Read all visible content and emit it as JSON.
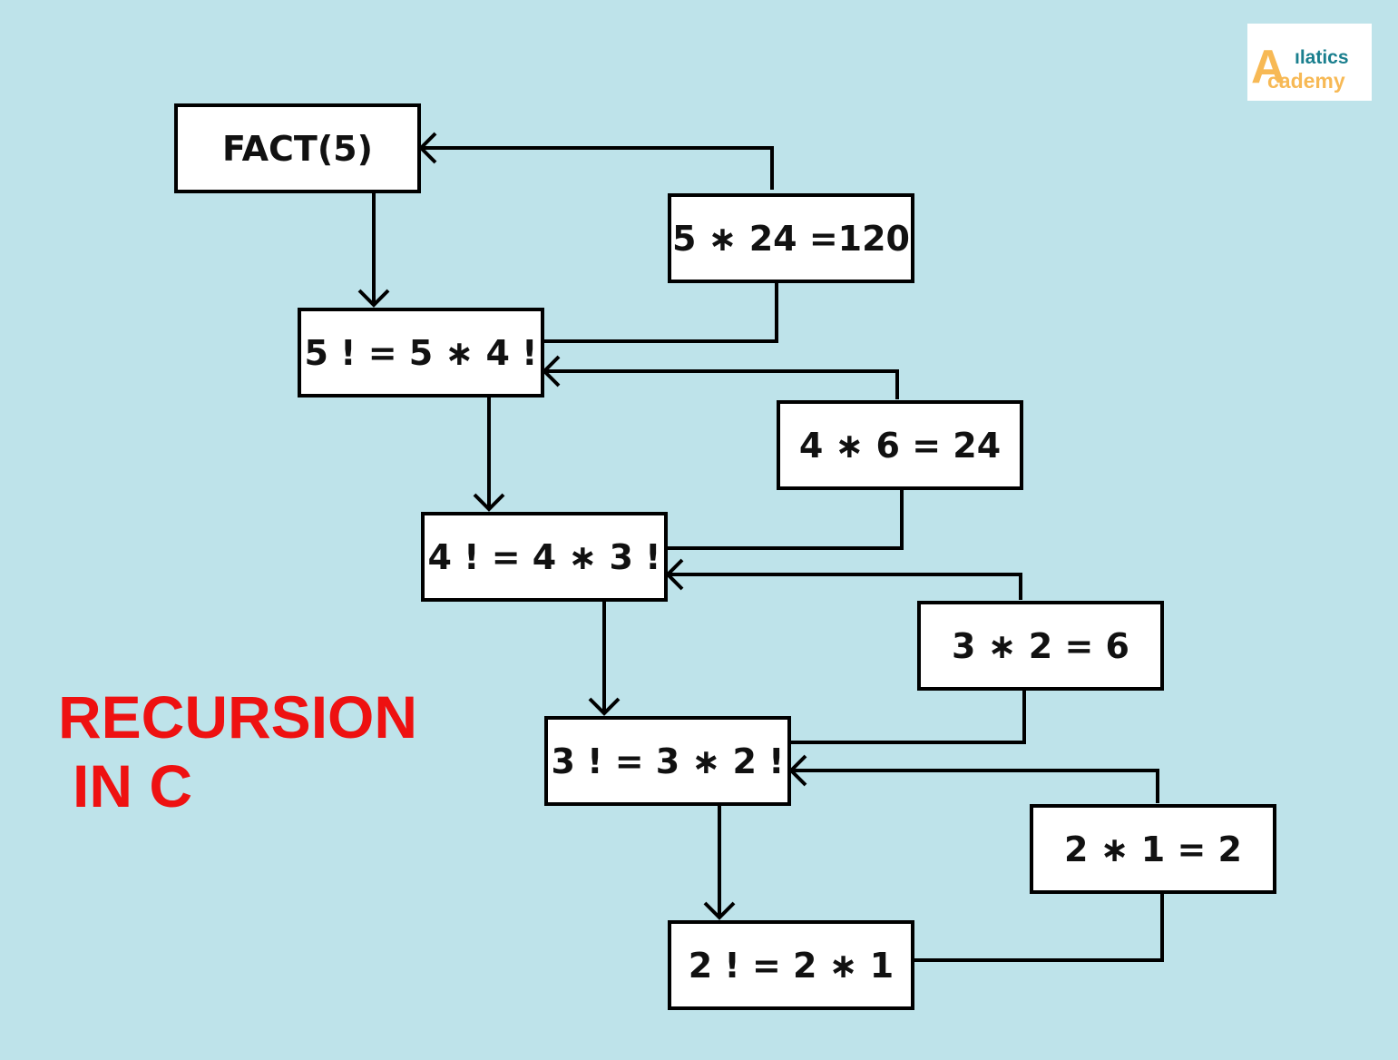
{
  "logo": {
    "text_top": "ılatics",
    "text_bottom": "cademy",
    "letter": "A"
  },
  "title": {
    "line1": "RECURSION",
    "line2": "IN C"
  },
  "boxes": {
    "fact5": "FACT(5)",
    "r120": "5 ∗ 24 =120",
    "f5": "5 ! = 5 ∗ 4 !",
    "r24": "4 ∗ 6 = 24",
    "f4": "4 ! = 4 ∗ 3 !",
    "r6": "3 ∗ 2 = 6",
    "f3": "3 ! = 3 ∗ 2 !",
    "r2": "2 ∗ 1 = 2",
    "f2": "2 ! = 2 ∗ 1"
  },
  "colors": {
    "background": "#bee3ea",
    "title": "#ee1111"
  }
}
